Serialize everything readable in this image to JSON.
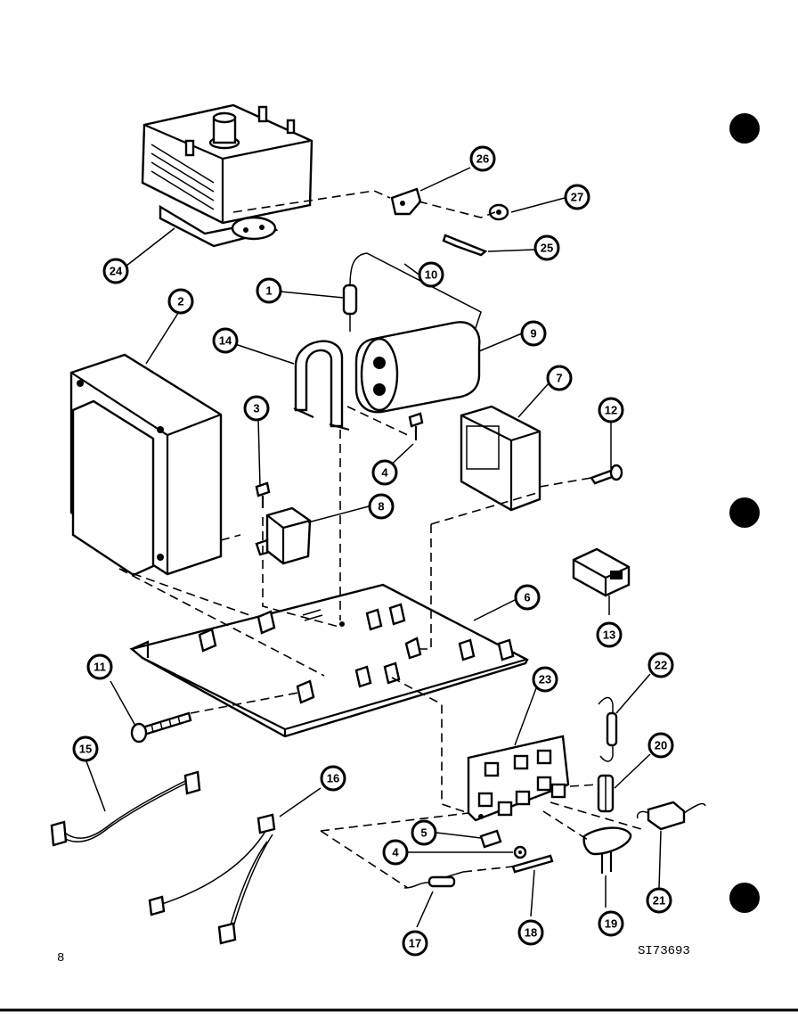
{
  "page_number": "8",
  "drawing_id": "SI73693",
  "callouts": [
    "1",
    "2",
    "3",
    "4",
    "4",
    "5",
    "6",
    "7",
    "8",
    "9",
    "10",
    "11",
    "12",
    "13",
    "14",
    "15",
    "16",
    "17",
    "18",
    "19",
    "20",
    "21",
    "22",
    "23",
    "24",
    "25",
    "26",
    "27"
  ],
  "colors": {
    "ink": "#000000",
    "paper": "#ffffff"
  }
}
